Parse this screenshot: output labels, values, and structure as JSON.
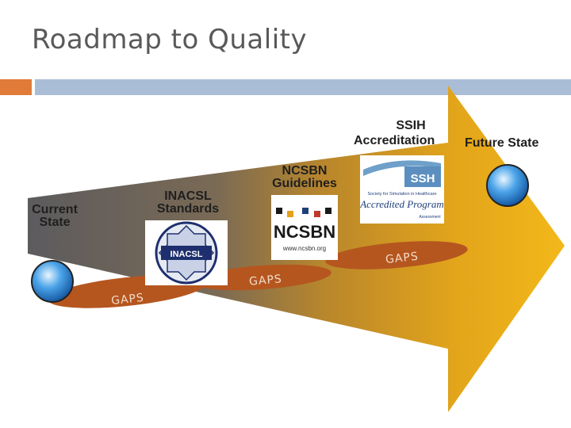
{
  "slide": {
    "title": "Roadmap to Quality"
  },
  "labels": {
    "current_state": "Current State",
    "inacsl": "INACSL Standards",
    "ncsbn": "NCSBN Guidelines",
    "ssih": "SSIH",
    "accreditation": "Accreditation",
    "future_state": "Future State"
  },
  "gaps": [
    "GAPS",
    "GAPS",
    "GAPS"
  ],
  "logos": {
    "inacsl": "INACSL",
    "ncsbn_name": "NCSBN",
    "ncsbn_url": "www.ncsbn.org",
    "ssh": "SSH",
    "ssh_society": "Society for Simulation in Healthcare",
    "ssh_program": "Accredited Program",
    "ssh_sub": "Assessment"
  },
  "colors": {
    "accent_orange": "#e07b39",
    "accent_blue": "#a9bdd6",
    "arrow_start": "#5a5a5a",
    "arrow_end": "#f0b41c",
    "gaps_band": "#b5561f"
  }
}
